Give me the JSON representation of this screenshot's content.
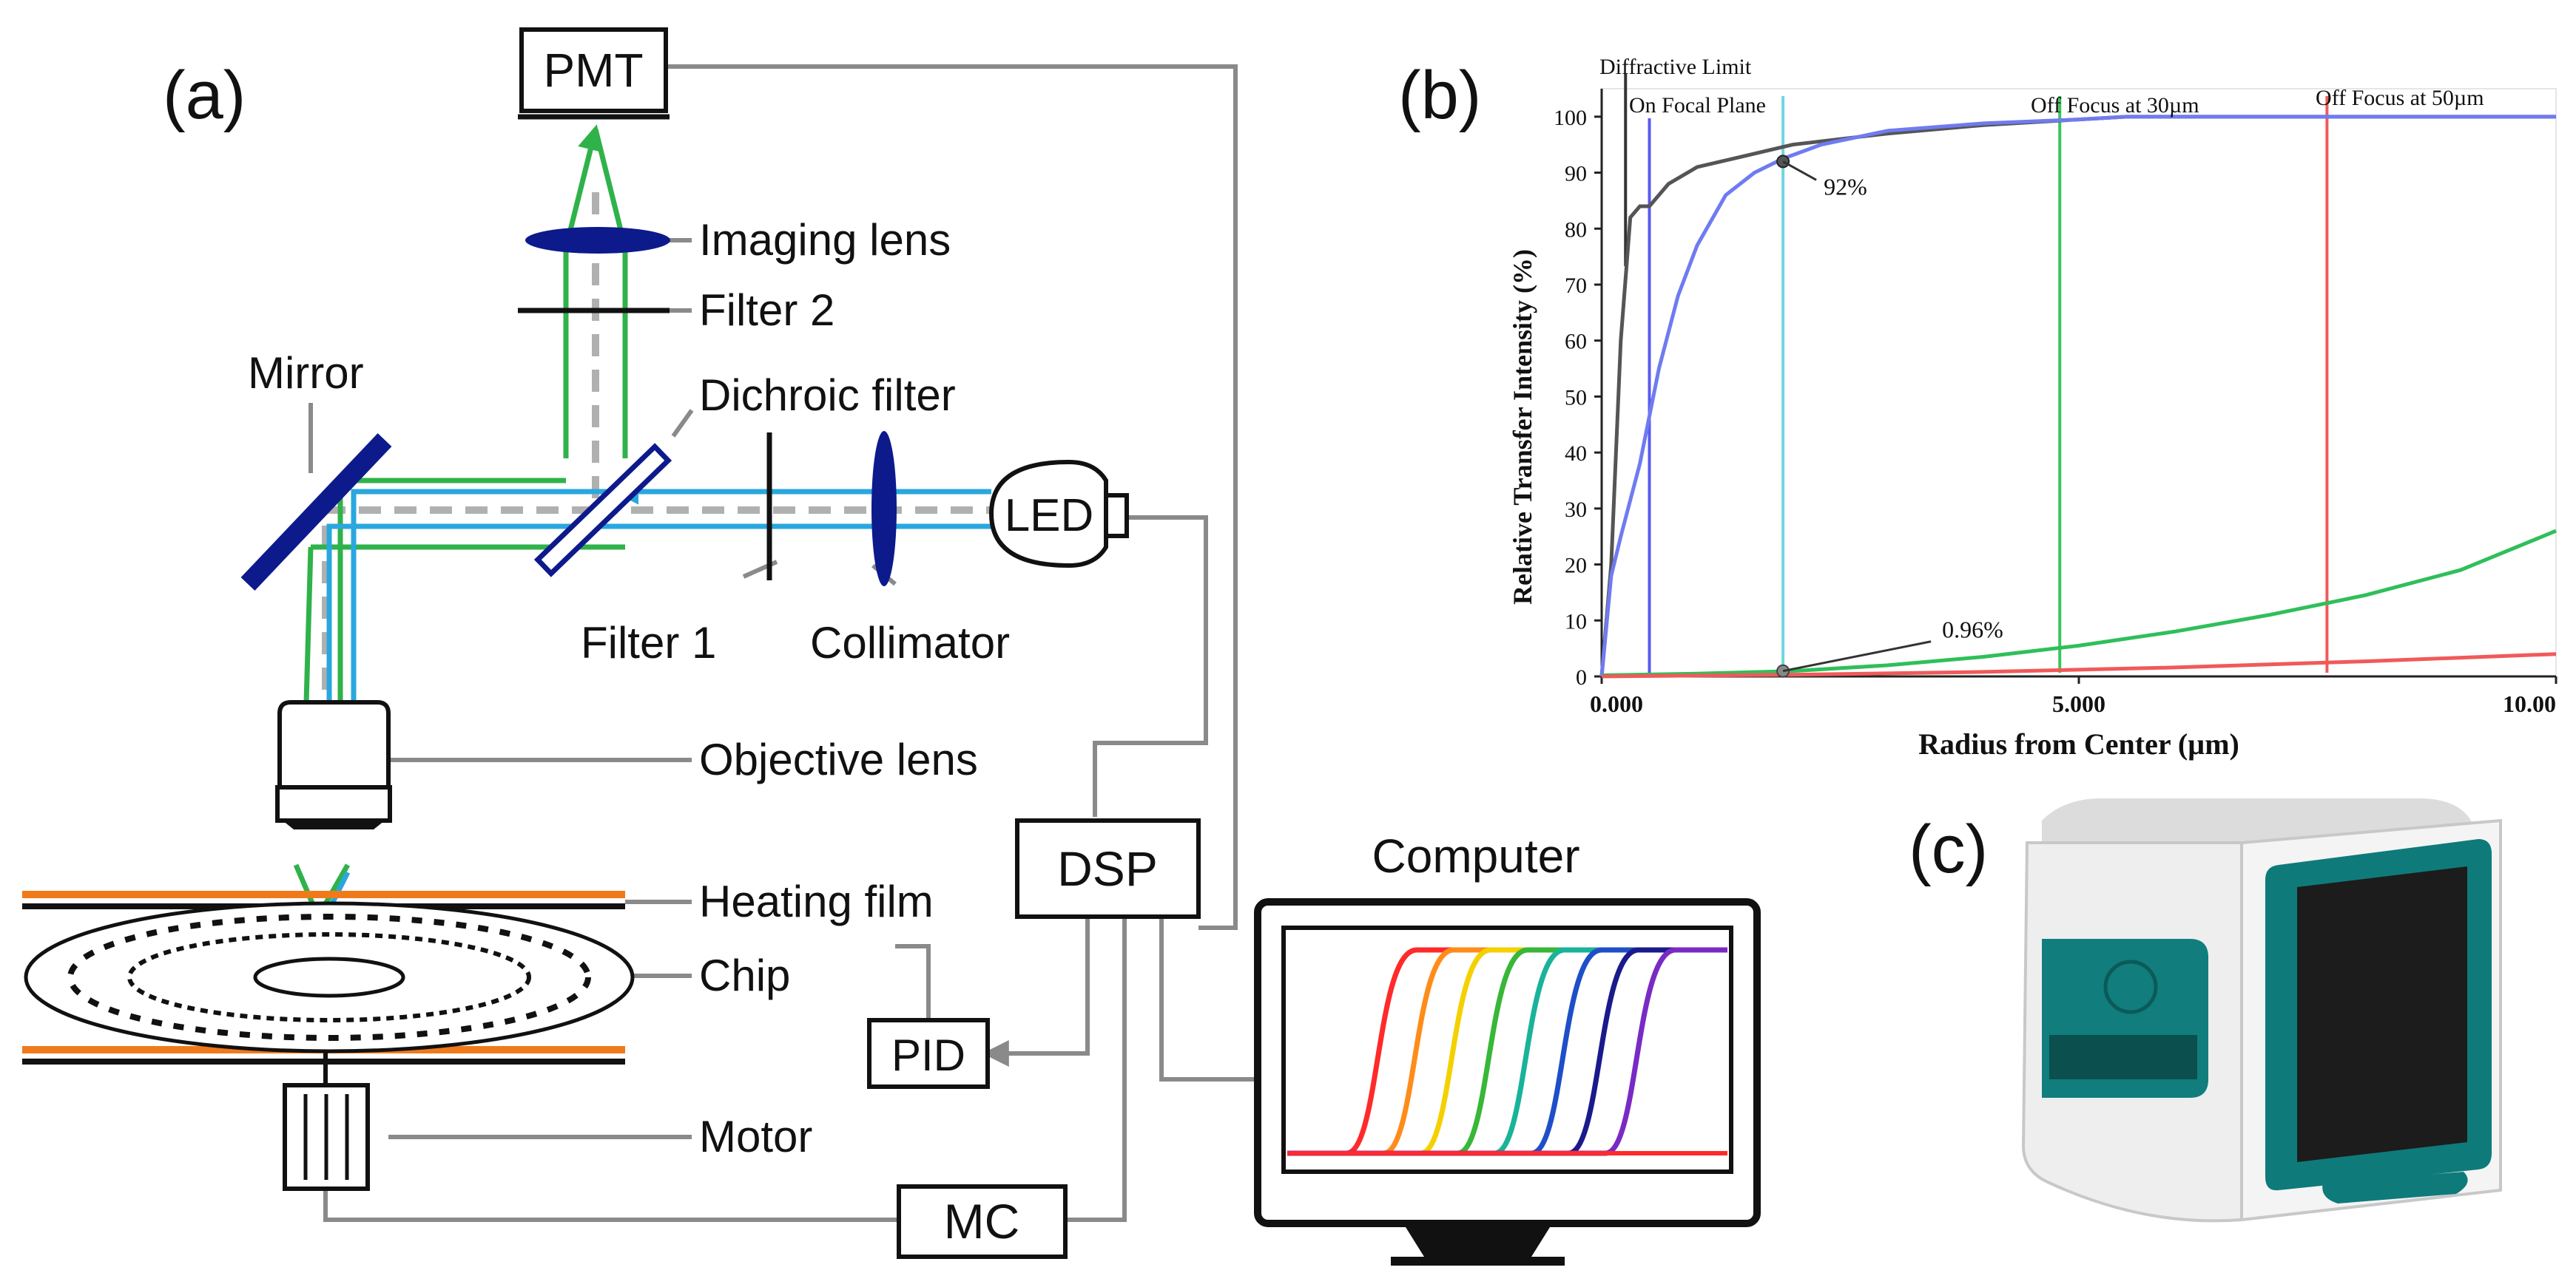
{
  "panel_a": {
    "panel_label": "(a)",
    "components": {
      "pmt": "PMT",
      "imaging_lens": "Imaging lens",
      "filter2": "Filter 2",
      "mirror": "Mirror",
      "dichroic_filter": "Dichroic filter",
      "led": "LED",
      "filter1": "Filter 1",
      "collimator": "Collimator",
      "objective_lens": "Objective lens",
      "heating_film": "Heating film",
      "chip": "Chip",
      "motor": "Motor",
      "dsp": "DSP",
      "pid": "PID",
      "mc": "MC",
      "computer": "Computer"
    },
    "colors": {
      "excitation_beam": "#2aa7df",
      "emission_beam": "#2fb24a",
      "dashed_axis": "#b0b0b0",
      "optics_fill": "#0d1a8c",
      "heating_film": "#f07a1a",
      "wiring": "#8a8a8a"
    },
    "screen_curve_colors": [
      "#ff2a2a",
      "#ff8c1a",
      "#f5d000",
      "#38b738",
      "#19b39a",
      "#1e4fc8",
      "#1a1a8c",
      "#7a2ac4"
    ]
  },
  "panel_b": {
    "panel_label": "(b)",
    "annotations": {
      "diffractive_limit": "Diffractive Limit",
      "on_focal_plane": "On Focal Plane",
      "off_focus_30": "Off Focus at 30µm",
      "off_focus_50": "Off Focus at 50µm",
      "point_92": "92%",
      "point_096": "0.96%"
    },
    "chart_data": {
      "type": "line",
      "title": "",
      "xlabel": "Radius  from  Center (µm)",
      "ylabel": "Relative  Transfer  Intensity (%)",
      "xlim": [
        0,
        10
      ],
      "ylim": [
        0,
        105
      ],
      "x_ticks": [
        "0.000",
        "5.000",
        "10.00"
      ],
      "y_ticks": [
        "0",
        "10",
        "20",
        "30",
        "40",
        "50",
        "60",
        "70",
        "80",
        "90",
        "100"
      ],
      "series": [
        {
          "color": "#555555",
          "x": [
            0.0,
            0.1,
            0.2,
            0.3,
            0.4,
            0.5,
            0.7,
            1.0,
            1.5,
            2.0,
            3.0,
            4.0,
            5.0,
            5.5,
            10.0
          ],
          "y": [
            0,
            20,
            60,
            82,
            84,
            84,
            88,
            91,
            93,
            95,
            97,
            98.5,
            99.5,
            100,
            100
          ]
        },
        {
          "color": "#6f7bf0",
          "x": [
            0.0,
            0.1,
            0.2,
            0.4,
            0.6,
            0.8,
            1.0,
            1.3,
            1.6,
            1.9,
            2.3,
            3.0,
            4.0,
            5.0,
            5.5,
            10.0
          ],
          "y": [
            0,
            18,
            25,
            38,
            55,
            68,
            77,
            86,
            90,
            92.5,
            95,
            97.5,
            98.8,
            99.5,
            100,
            100
          ]
        },
        {
          "color": "#2fbf5a",
          "x": [
            0.0,
            1.0,
            2.0,
            3.0,
            4.0,
            5.0,
            6.0,
            7.0,
            8.0,
            9.0,
            10.0
          ],
          "y": [
            0.2,
            0.5,
            0.96,
            2.0,
            3.5,
            5.5,
            8.0,
            11.0,
            14.5,
            19.0,
            26.0
          ]
        },
        {
          "color": "#f05a5a",
          "x": [
            0.0,
            2.0,
            4.0,
            6.0,
            8.0,
            10.0
          ],
          "y": [
            0,
            0.3,
            0.8,
            1.6,
            2.7,
            4.0
          ]
        }
      ],
      "vertical_markers": [
        {
          "label": "Diffractive Limit",
          "x": 0.25,
          "color": "#333333"
        },
        {
          "label": "On Focal Plane",
          "x": 0.5,
          "color": "#5a5af0"
        },
        {
          "label": "",
          "x": 1.9,
          "color": "#6fd6e0"
        },
        {
          "label": "Off Focus at 30µm",
          "x": 4.8,
          "color": "#3cc45a"
        },
        {
          "label": "Off Focus at 50µm",
          "x": 7.6,
          "color": "#f05a5a"
        }
      ],
      "highlighted_points": [
        {
          "label": "92%",
          "x": 1.9,
          "y": 92
        },
        {
          "label": "0.96%",
          "x": 1.9,
          "y": 0.96
        }
      ],
      "grid": false,
      "legend": "none"
    }
  },
  "panel_c": {
    "panel_label": "(c)",
    "colors": {
      "device_body": "#ececec",
      "device_accent": "#0f7a7a",
      "screen": "#1c1c1c"
    }
  }
}
